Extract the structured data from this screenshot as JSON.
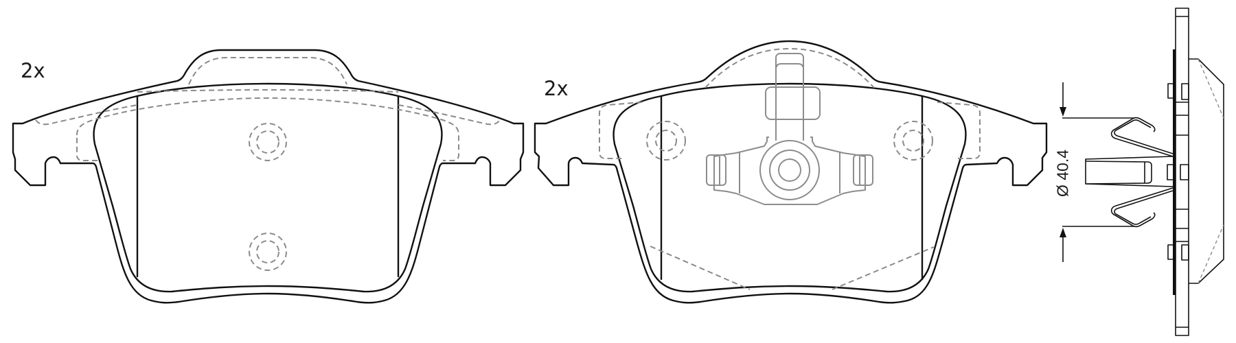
{
  "drawing": {
    "pad_front": {
      "quantity_label": "2x"
    },
    "pad_rear": {
      "quantity_label": "2x"
    },
    "side_view": {
      "dimension_label": "Ø 40.4"
    }
  },
  "colors": {
    "outline": "#111111",
    "hidden_line": "#8a8a8a",
    "sensor": "#8c8c8c",
    "background": "#ffffff"
  }
}
